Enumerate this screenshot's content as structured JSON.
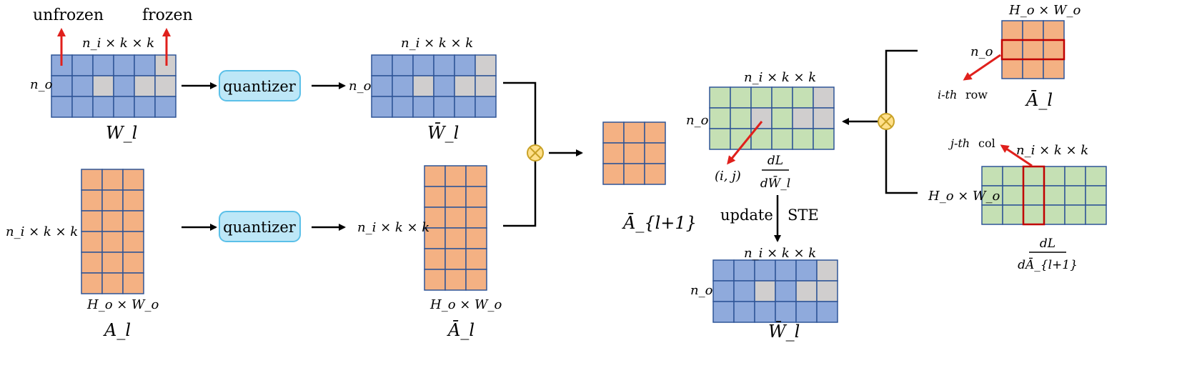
{
  "labels": {
    "unfrozen": "unfrozen",
    "frozen": "frozen",
    "quantizer_top": "quantizer",
    "quantizer_bottom": "quantizer",
    "dim_ni_k_k": "n_i × k × k",
    "dim_no": "n_o",
    "dim_HoWo": "H_o × W_o",
    "W_l": "W_l",
    "W_l_bar": "W̄_l",
    "A_l": "A_l",
    "A_l_bar": "Ā_l",
    "A_l1_bar": "Ā_{l+1}",
    "dL_num": "dL",
    "dL_den_W": "dW̄_l",
    "dL_den_A": "dĀ_{l+1}",
    "ij": "(i, j)",
    "ith_row": "i-th",
    "row": "row",
    "jth_col": "j-th",
    "col": "col",
    "update": "update",
    "STE": "STE"
  },
  "colors": {
    "blue_cell": "#8faadc",
    "frozen_cell": "#d0cece",
    "orange_cell": "#f4b183",
    "green_cell": "#c5e0b4",
    "grid_line": "#2f5597",
    "quantizer_fill": "#bde7f7",
    "quantizer_stroke": "#5bc0e8",
    "arrow_red": "#e0201c",
    "highlight_red": "#c00000",
    "otimes_fill": "#ffe08a",
    "otimes_stroke": "#c9a227"
  },
  "matrices": {
    "weight_grid": {
      "rows": 3,
      "cols": 6,
      "frozen_cells": [
        [
          0,
          5
        ],
        [
          1,
          2
        ],
        [
          1,
          4
        ],
        [
          1,
          5
        ]
      ]
    },
    "activation_tall": {
      "rows": 6,
      "cols": 3
    },
    "output_square": {
      "rows": 3,
      "cols": 3
    },
    "gradient_W": {
      "rows": 3,
      "cols": 6,
      "frozen_cells": [
        [
          0,
          5
        ],
        [
          1,
          2
        ],
        [
          1,
          4
        ],
        [
          1,
          5
        ]
      ]
    },
    "A_bar_right": {
      "rows": 3,
      "cols": 3,
      "highlight_row": 1
    },
    "gradient_A": {
      "rows": 3,
      "cols": 6,
      "highlight_col": 2
    }
  }
}
